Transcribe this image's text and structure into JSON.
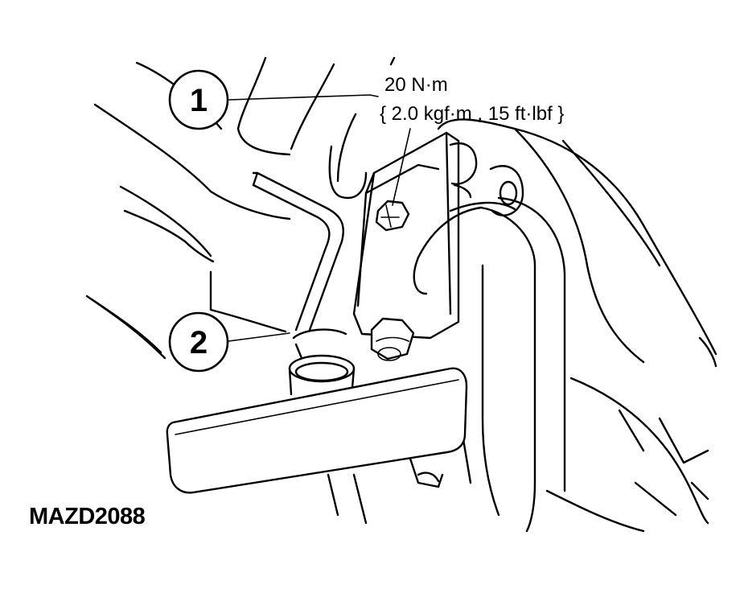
{
  "callouts": [
    {
      "number": "1"
    },
    {
      "number": "2"
    }
  ],
  "torque_spec": {
    "line1": "20 N·m",
    "line2": "{ 2.0 kgf·m , 15 ft·lbf }"
  },
  "reference_code": "MAZD2088"
}
